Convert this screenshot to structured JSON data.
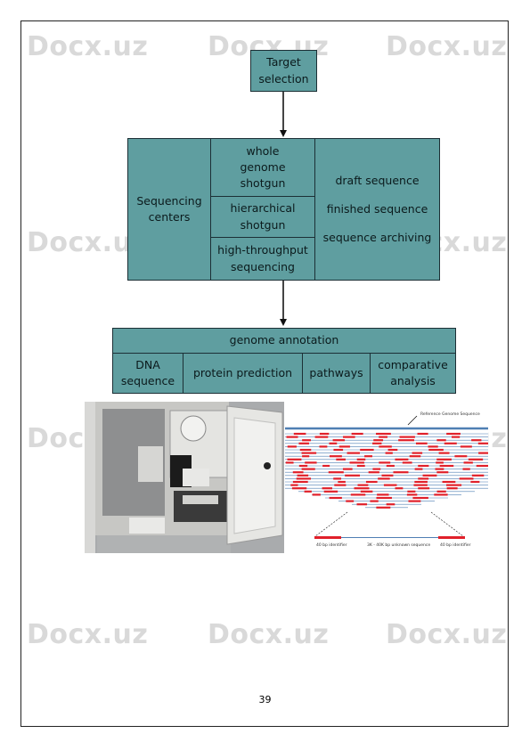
{
  "watermark": "Docx.uz",
  "flow": {
    "target": "Target\nselection",
    "sequencing_centers": "Sequencing\ncenters",
    "methods": [
      "whole\ngenome\nshotgun",
      "hierarchical\nshotgun",
      "high-throughput\nsequencing"
    ],
    "outputs": [
      "draft sequence",
      "finished sequence",
      "sequence archiving"
    ],
    "annotation_title": "genome annotation",
    "annotation_items": [
      "DNA\nsequence",
      "protein prediction",
      "pathways",
      "comparative\nanalysis"
    ]
  },
  "figure": {
    "reference_label": "Reference Genome Sequence",
    "left_end_label": "40 bp identifier",
    "middle_label": "3K - 40K bp unknown sequence",
    "right_end_label": "40 bp identifier",
    "colors": {
      "reference": "#4f7fb3",
      "read": "#e0202a",
      "box": "#5f9ea0"
    }
  },
  "page": {
    "number": "39"
  }
}
